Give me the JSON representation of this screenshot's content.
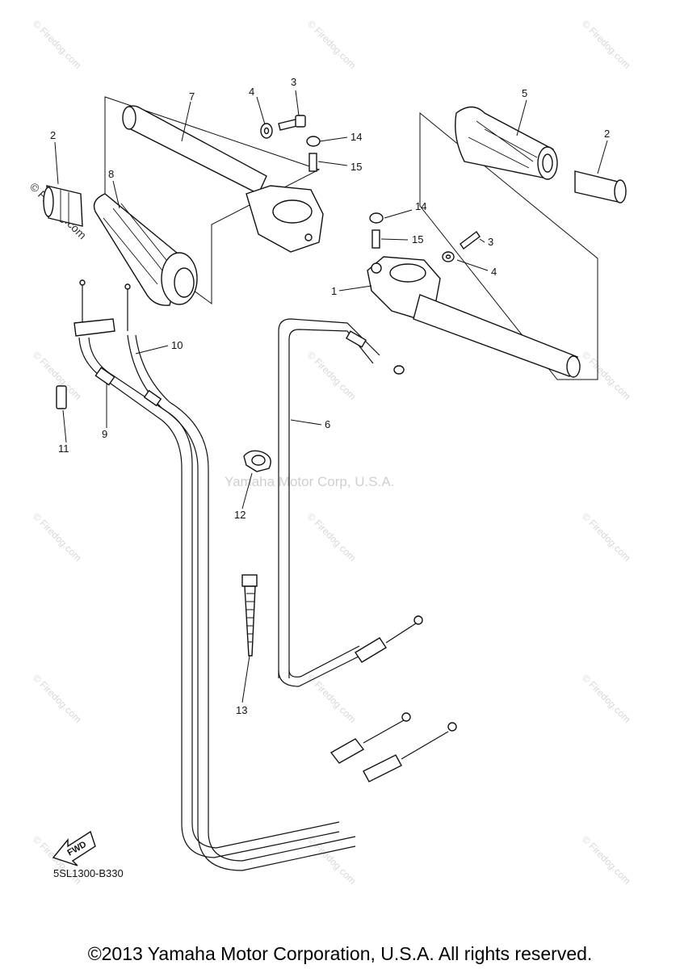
{
  "diagram": {
    "code": "5SL1300-B330",
    "fwd_label": "FWD",
    "center_watermark": "Yamaha Motor Corp, U.S.A.",
    "site_watermark": "© Firedog.com",
    "callouts": {
      "c1": "1",
      "c2a": "2",
      "c2b": "2",
      "c3a": "3",
      "c3b": "3",
      "c4a": "4",
      "c4b": "4",
      "c5": "5",
      "c6": "6",
      "c7": "7",
      "c8": "8",
      "c9": "9",
      "c10": "10",
      "c11": "11",
      "c12": "12",
      "c13": "13",
      "c14a": "14",
      "c14b": "14",
      "c15a": "15",
      "c15b": "15"
    }
  },
  "footer": {
    "copyright": "©2013 Yamaha Motor Corporation, U.S.A. All rights reserved."
  }
}
